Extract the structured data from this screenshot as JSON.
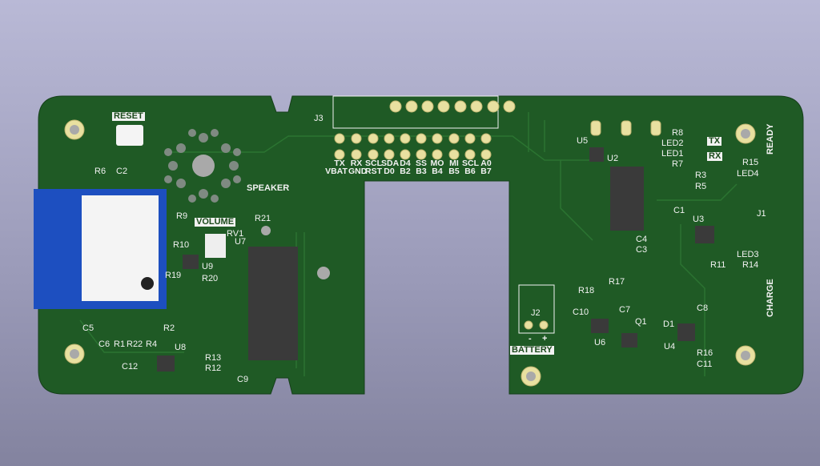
{
  "labels": {
    "reset": "RESET",
    "r6": "R6",
    "c2": "C2",
    "r9": "R9",
    "r10": "R10",
    "r19": "R19",
    "r20": "R20",
    "u9": "U9",
    "volume": "VOLUME",
    "rv1": "RV1",
    "u7": "U7",
    "speaker": "SPEAKER",
    "r21": "R21",
    "j3": "J3",
    "c5": "C5",
    "c6": "C6",
    "r1": "R1",
    "r22": "R22",
    "r4": "R4",
    "r2": "R2",
    "c12": "C12",
    "u8": "U8",
    "r13": "R13",
    "r12": "R12",
    "c9": "C9",
    "u5": "U5",
    "u2": "U2",
    "c1": "C1",
    "c4": "C4",
    "c3": "C3",
    "u3": "U3",
    "r11": "R11",
    "r8": "R8",
    "led2": "LED2",
    "tx": "TX",
    "led1": "LED1",
    "rx": "RX",
    "r7": "R7",
    "r3": "R3",
    "r5": "R5",
    "r15": "R15",
    "led4": "LED4",
    "ready": "READY",
    "j1": "J1",
    "led3": "LED3",
    "r14": "R14",
    "charge": "CHARGE",
    "r18": "R18",
    "r17": "R17",
    "c10": "C10",
    "c7": "C7",
    "j2": "J2",
    "q1": "Q1",
    "d1": "D1",
    "u6": "U6",
    "u4": "U4",
    "c8": "C8",
    "r16": "R16",
    "c11": "C11",
    "battery": "BATTERY",
    "minus": "-",
    "plus": "+"
  },
  "header_top": [
    "TX",
    "RX",
    "SCL",
    "SDA",
    "D4",
    "SS",
    "MO",
    "MI",
    "SCL",
    "A0"
  ],
  "header_bottom": [
    "VBAT",
    "GND",
    "RST",
    "D0",
    "B2",
    "B3",
    "B4",
    "B5",
    "B6",
    "B7"
  ],
  "colors": {
    "board": "#1f5a25",
    "silk": "#f2f2f2",
    "pad": "#e8e0a0",
    "module": "#1d4fc0"
  }
}
